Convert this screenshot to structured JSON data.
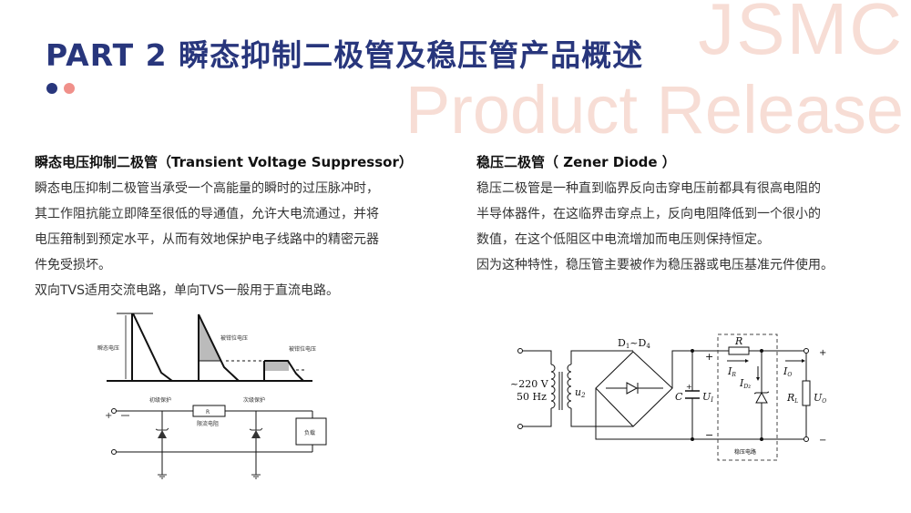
{
  "watermark": {
    "line1": "JSMC",
    "line2": "Product Release"
  },
  "header": {
    "title": "PART 2 瞬态抑制二极管及稳压管产品概述",
    "dot_colors": [
      "#28367c",
      "#f0908a"
    ]
  },
  "left": {
    "heading": "瞬态电压抑制二极管（Transient Voltage Suppressor）",
    "lines": [
      "瞬态电压抑制二极管当承受一个高能量的瞬时的过压脉冲时，",
      "其工作阻抗能立即降至很低的导通值，允许大电流通过，并将",
      "电压箝制到预定水平，从而有效地保护电子线路中的精密元器",
      "件免受损坏。",
      "双向TVS适用交流电路，单向TVS一般用于直流电路。"
    ]
  },
  "right": {
    "heading": "稳压二极管（ Zener Diode ）",
    "lines": [
      "稳压二极管是一种直到临界反向击穿电压前都具有很高电阻的",
      "半导体器件，在这临界击穿点上，反向电阻降低到一个很小的",
      "数值，在这个低阻区中电流增加而电压则保持恒定。",
      "因为这种特性，稳压管主要被作为稳压器或电压基准元件使用。"
    ]
  },
  "tvs_diagram": {
    "transient_voltage": "瞬态电压",
    "clamped_voltage": "被钳位电压",
    "primary": "初级保护",
    "secondary": "次级保护",
    "resistor": "R",
    "resistor_label": "限流电阻",
    "load": "负载",
    "plus": "+"
  },
  "zener_diagram": {
    "bridge_d": "D",
    "bridge_sub1": "1",
    "bridge_mid": "~D",
    "bridge_sub4": "4",
    "source_v": "~220 V",
    "source_f": "50 Hz",
    "u": "u",
    "u_sub": "2",
    "c": "C",
    "u1": "U",
    "u1_sub": "I",
    "plus": "+",
    "minus": "−",
    "r": "R",
    "ir": "I",
    "ir_sub": "R",
    "idz": "I",
    "idz_sub": "Dz",
    "io": "I",
    "io_sub": "O",
    "rl": "R",
    "rl_sub": "L",
    "uo": "U",
    "uo_sub": "O",
    "out_plus": "+",
    "out_minus": "−",
    "box_label": "稳压电路"
  }
}
